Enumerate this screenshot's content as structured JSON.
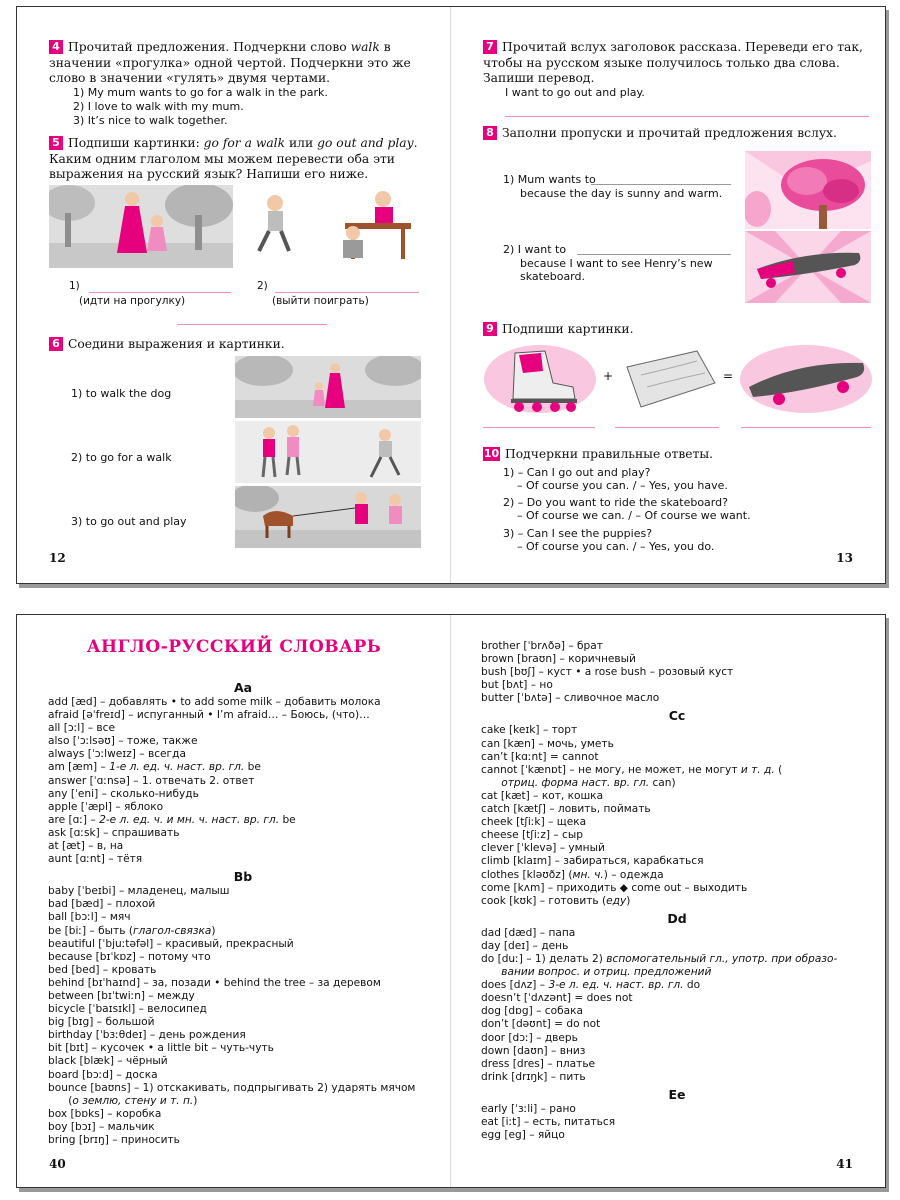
{
  "colors": {
    "accent": "#e6007e",
    "pink_light": "#f7c6df",
    "grey_ill": "#cfcfcf"
  },
  "spread1": {
    "left_page_number": "12",
    "right_page_number": "13",
    "ex4": {
      "num": "4",
      "text_a": "Прочитай предложения. Подчеркни слово ",
      "text_word": "walk",
      "text_b": " в значении «прогулка» одной чертой. Подчеркни это же слово в значении «гулять» двумя чертами.",
      "items": [
        "1) My mum wants to go for a walk in the park.",
        "2) I love to walk with my mum.",
        "3) It’s nice to walk together."
      ]
    },
    "ex5": {
      "num": "5",
      "text_a": "Подпиши картинки: ",
      "text_i1": "go for a walk",
      "text_b": " или ",
      "text_i2": "go out and play",
      "text_c": ". Каким одним глаголом мы можем перевести оба эти выражения на русский язык? Напиши его ниже.",
      "label1": "1)",
      "label2": "2)",
      "hint1": "(идти на прогулку)",
      "hint2": "(выйти поиграть)"
    },
    "ex6": {
      "num": "6",
      "text": "Соедини выражения и картинки.",
      "items": [
        "1) to walk the dog",
        "2) to go for a walk",
        "3) to go out and play"
      ]
    },
    "ex7": {
      "num": "7",
      "text": "Прочитай вслух заголовок рассказа. Переведи его так, чтобы на русском языке получилось только два слова. Запиши перевод.",
      "title": "I want to go out and play."
    },
    "ex8": {
      "num": "8",
      "text": "Заполни пропуски и прочитай предложения вслух.",
      "item1a": "1) Mum wants to",
      "item1b": "because the day is sunny and warm.",
      "item2a": "2) I want to",
      "item2b": "because I want to see Henry’s new skateboard."
    },
    "ex9": {
      "num": "9",
      "text": "Подпиши картинки.",
      "plus": "+",
      "equals": "="
    },
    "ex10": {
      "num": "10",
      "text": "Подчеркни правильные ответы.",
      "lines": [
        "1) – Can I go out and play?",
        "    – Of course you can. / – Yes, you have.",
        "2) – Do you want to ride the skateboard?",
        "    – Of course we can. / – Of course we want.",
        "3) – Can I see the puppies?",
        "    – Of course you can. / – Yes, you do."
      ]
    }
  },
  "spread2": {
    "title": "АНГЛО-РУССКИЙ СЛОВАРЬ",
    "left_page_number": "40",
    "right_page_number": "41",
    "left_column": [
      {
        "type": "letter",
        "text": "Aa"
      },
      {
        "type": "entry",
        "text": "add [æd] – добавлять • to add some milk – добавить молока"
      },
      {
        "type": "entry",
        "text": "afraid [əˈfreɪd] – испуганный • I’m afraid… – Боюсь, (что)…"
      },
      {
        "type": "entry",
        "text": "all [ɔːl] – все"
      },
      {
        "type": "entry",
        "text": "also [ˈɔːlsəʊ] – тоже, также"
      },
      {
        "type": "entry",
        "text": "always [ˈɔːlweɪz] – всегда"
      },
      {
        "type": "entry",
        "text": "am [æm] – ",
        "italic": "1-е л. ед. ч. наст. вр. гл.",
        "after": " be"
      },
      {
        "type": "entry",
        "text": "answer [ˈɑːnsə] – 1. отвечать 2. ответ"
      },
      {
        "type": "entry",
        "text": "any [ˈeni] – сколько-нибудь"
      },
      {
        "type": "entry",
        "text": "apple [ˈæpl] – яблоко"
      },
      {
        "type": "entry",
        "text": "are [ɑː] – ",
        "italic": "2-е л. ед. ч. и мн. ч. наст. вр. гл.",
        "after": " be"
      },
      {
        "type": "entry",
        "text": "ask [ɑːsk] – спрашивать"
      },
      {
        "type": "entry",
        "text": "at [æt] – в, на"
      },
      {
        "type": "entry",
        "text": "aunt [ɑːnt] – тётя"
      },
      {
        "type": "letter",
        "text": "Bb"
      },
      {
        "type": "entry",
        "text": "baby [ˈbeɪbi] – младенец, малыш"
      },
      {
        "type": "entry",
        "text": "bad [bæd] – плохой"
      },
      {
        "type": "entry",
        "text": "ball [bɔːl] – мяч"
      },
      {
        "type": "entry",
        "text": "be [biː] – быть (",
        "italic": "глагол-связка",
        "after": ")"
      },
      {
        "type": "entry",
        "text": "beautiful [ˈbjuːtəfəl] – красивый, прекрасный"
      },
      {
        "type": "entry",
        "text": "because [bɪˈkɒz] – потому что"
      },
      {
        "type": "entry",
        "text": "bed [bed] – кровать"
      },
      {
        "type": "entry",
        "text": "behind [bɪˈhaɪnd] – за, позади • behind the tree – за деревом"
      },
      {
        "type": "entry",
        "text": "between [bɪˈtwiːn] – между"
      },
      {
        "type": "entry",
        "text": "bicycle [ˈbaɪsɪkl] – велосипед"
      },
      {
        "type": "entry",
        "text": "big [bɪg] – большой"
      },
      {
        "type": "entry",
        "text": "birthday [ˈbɜːθdeɪ] – день рождения"
      },
      {
        "type": "entry",
        "text": "bit [bɪt] – кусочек • a little bit – чуть-чуть"
      },
      {
        "type": "entry",
        "text": "black [blæk] – чёрный"
      },
      {
        "type": "entry",
        "text": "board [bɔːd] – доска"
      },
      {
        "type": "entry",
        "text": "bounce [baʊns] – 1) отскакивать, подпрыгивать 2) ударять мячом"
      },
      {
        "type": "entry",
        "text": "      (",
        "italic": "о землю, стену и т. п.",
        "after": ")"
      },
      {
        "type": "entry",
        "text": "box [bɒks] – коробка"
      },
      {
        "type": "entry",
        "text": "boy [bɔɪ] – мальчик"
      },
      {
        "type": "entry",
        "text": "bring [brɪŋ] – приносить"
      }
    ],
    "right_column": [
      {
        "type": "entry",
        "text": "brother [ˈbrʌðə] – брат"
      },
      {
        "type": "entry",
        "text": "brown [braʊn] – коричневый"
      },
      {
        "type": "entry",
        "text": "bush [bʊʃ] – куст • a rose bush – розовый куст"
      },
      {
        "type": "entry",
        "text": "but [bʌt] – но"
      },
      {
        "type": "entry",
        "text": "butter [ˈbʌtə] – сливочное масло"
      },
      {
        "type": "letter",
        "text": "Cc"
      },
      {
        "type": "entry",
        "text": "cake [keɪk] – торт"
      },
      {
        "type": "entry",
        "text": "can [kæn] – мочь, уметь"
      },
      {
        "type": "entry",
        "text": "can’t [kɑːnt] = cannot"
      },
      {
        "type": "entry",
        "text": "cannot [ˈkænɒt] – не могу, не может, не могут ",
        "italic": "и т. д.",
        "after": " ("
      },
      {
        "type": "entry",
        "text": "      ",
        "italic": "отриц. форма наст. вр. гл.",
        "after": " can)"
      },
      {
        "type": "entry",
        "text": "cat [kæt] – кот, кошка"
      },
      {
        "type": "entry",
        "text": "catch [kætʃ] – ловить, поймать"
      },
      {
        "type": "entry",
        "text": "cheek [tʃiːk] – щека"
      },
      {
        "type": "entry",
        "text": "cheese [tʃiːz] – сыр"
      },
      {
        "type": "entry",
        "text": "clever [ˈklevə] – умный"
      },
      {
        "type": "entry",
        "text": "climb [klaɪm] – забираться, карабкаться"
      },
      {
        "type": "entry",
        "text": "clothes [kləʊðz] (",
        "italic": "мн. ч.",
        "after": ") – одежда"
      },
      {
        "type": "entry",
        "text": "come [kʌm] – приходить ◆ come out – выходить"
      },
      {
        "type": "entry",
        "text": "cook [kʊk] – готовить (",
        "italic": "еду",
        "after": ")"
      },
      {
        "type": "letter",
        "text": "Dd"
      },
      {
        "type": "entry",
        "text": "dad [dæd] – папа"
      },
      {
        "type": "entry",
        "text": "day [deɪ] – день"
      },
      {
        "type": "entry",
        "text": "do [duː] – 1) делать 2) ",
        "italic": "вспомогательный гл., употр. при образо-",
        "after": ""
      },
      {
        "type": "entry",
        "text": "      ",
        "italic": "вании вопрос. и отриц. предложений",
        "after": ""
      },
      {
        "type": "entry",
        "text": "does [dʌz] – ",
        "italic": "3-е л. ед. ч. наст. вр. гл.",
        "after": " do"
      },
      {
        "type": "entry",
        "text": "doesn’t [ˈdʌzənt] = does not"
      },
      {
        "type": "entry",
        "text": "dog [dɒg] – собака"
      },
      {
        "type": "entry",
        "text": "don’t [dəʊnt] = do not"
      },
      {
        "type": "entry",
        "text": "door [dɔː] – дверь"
      },
      {
        "type": "entry",
        "text": "down [daʊn] – вниз"
      },
      {
        "type": "entry",
        "text": "dress [dres] – платье"
      },
      {
        "type": "entry",
        "text": "drink [drɪŋk] – пить"
      },
      {
        "type": "letter",
        "text": "Ee"
      },
      {
        "type": "entry",
        "text": "early [ˈɜːli] – рано"
      },
      {
        "type": "entry",
        "text": "eat [iːt] – есть, питаться"
      },
      {
        "type": "entry",
        "text": "egg [eg] – яйцо"
      }
    ]
  }
}
